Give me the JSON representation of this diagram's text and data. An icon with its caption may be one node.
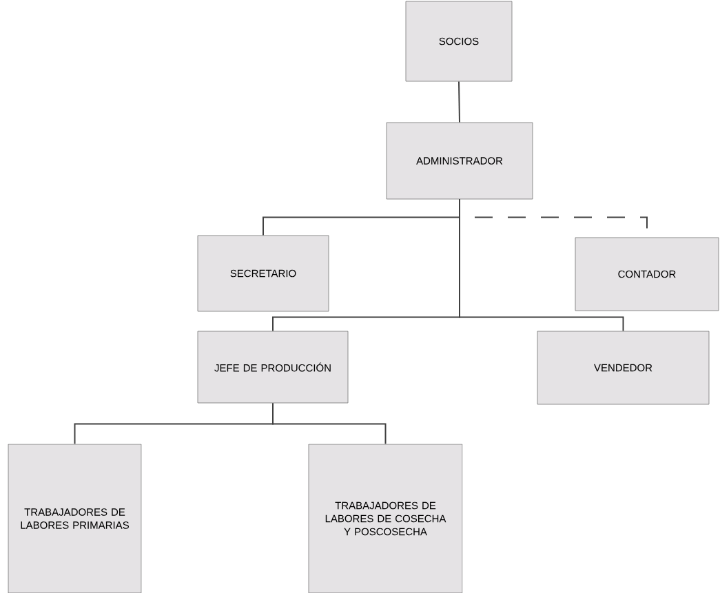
{
  "diagram": {
    "nodes": [
      {
        "text": [
          "SOCIOS"
        ]
      },
      {
        "text": [
          "ADMINISTRADOR"
        ]
      },
      {
        "text": [
          "SECRETARIO"
        ]
      },
      {
        "text": [
          "CONTADOR"
        ]
      },
      {
        "text": [
          "JEFE DE PRODUCCIÓN"
        ]
      },
      {
        "text": [
          "VENDEDOR"
        ]
      },
      {
        "text": [
          "TRABAJADORES DE LABORES PRIMARIAS"
        ]
      },
      {
        "text": [
          "TRABAJADORES DE LABORES DE COSECHA Y POSCOSECHA"
        ]
      }
    ],
    "edges": [
      {
        "from": 0,
        "to": 1,
        "arrow": "none"
      },
      {
        "from": 1,
        "to": 3,
        "arrow": "none",
        "style": "dashed"
      },
      {
        "from": 1,
        "to": 2,
        "arrow": "none"
      },
      {
        "from": 1,
        "to": 4,
        "arrow": "none"
      },
      {
        "from": 1,
        "to": 5,
        "arrow": "none"
      },
      {
        "from": 4,
        "to": 6,
        "arrow": "none"
      },
      {
        "from": 4,
        "to": 7,
        "arrow": "none"
      }
    ]
  }
}
